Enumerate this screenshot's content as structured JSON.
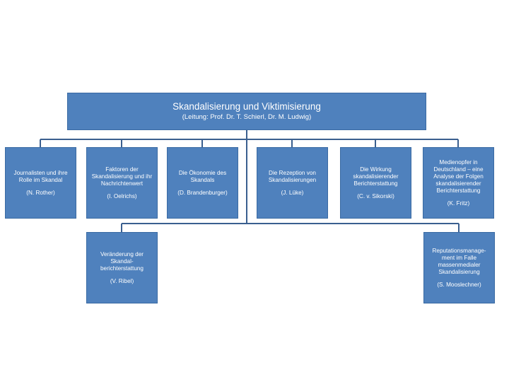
{
  "root": {
    "title": "Skandalisierung und Viktimisierung",
    "lead": "(Leitung: Prof. Dr. T. Schierl, Dr. M. Ludwig)"
  },
  "projects": [
    {
      "title": "Journalisten und ihre\nRolle im Skandal",
      "lead": "(N. Rother)"
    },
    {
      "title": "Faktoren der\nSkandalisierung und ihr\nNachrichtenwert",
      "lead": "(I. Oelrichs)"
    },
    {
      "title": "Die Ökonomie des\nSkandals",
      "lead": "(D. Brandenburger)"
    },
    {
      "title": "Die Rezeption von\nSkandalisierungen",
      "lead": "(J. Lüke)"
    },
    {
      "title": "Die Wirkung\nskandalisierender\nBerichterstattung",
      "lead": "(C. v. Sikorski)"
    },
    {
      "title": "Medienopfer in\nDeutschland – eine\nAnalyse der Folgen\nskandalisierender\nBerichterstattung",
      "lead": "(K. Fritz)"
    },
    {
      "title": "Veränderung der\nSkandal-\nberichterstattung",
      "lead": "(V. Ribel)"
    },
    {
      "title": "Reputationsmanage-\nment im Falle\nmassenmedialer\nSkandalisierung",
      "lead": "(S. Mooslechner)"
    }
  ],
  "colors": {
    "box_fill": "#4f81bd",
    "connector": "#3a5f8f",
    "text": "#ffffff"
  }
}
